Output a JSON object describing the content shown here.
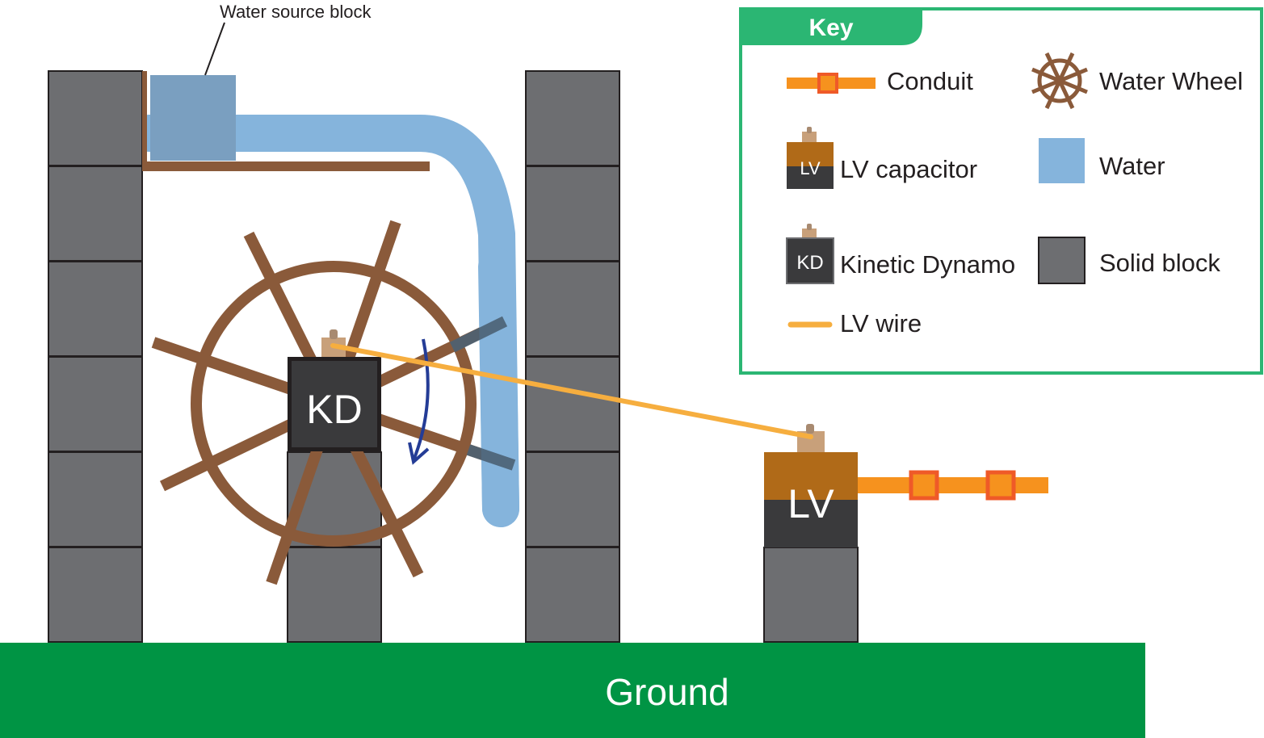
{
  "annotations": {
    "water_source_block": "Water source block"
  },
  "blocks": {
    "kinetic_dynamo": "KD",
    "lv_capacitor": "LV"
  },
  "ground": {
    "label": "Ground"
  },
  "key": {
    "title": "Key",
    "items": {
      "conduit": "Conduit",
      "water_wheel": "Water Wheel",
      "lv_capacitor": "LV capacitor",
      "lv_capacitor_icon": "LV",
      "water": "Water",
      "kinetic_dynamo": "Kinetic Dynamo",
      "kinetic_dynamo_icon": "KD",
      "solid_block": "Solid block",
      "lv_wire": "LV wire"
    }
  },
  "colors": {
    "solid_block": "#6d6e71",
    "block_outline": "#231f20",
    "dark_block": "#3a3a3c",
    "wood": "#8a5a3a",
    "water": "#85b4dc",
    "water_source": "#7a9fc0",
    "lv_top": "#b06a18",
    "terminal": "#c8a07a",
    "lv_wire": "#f6ae3f",
    "conduit": "#f6921e",
    "conduit_joint": "#ef5a28",
    "ground": "#009444",
    "key_green": "#2bb673",
    "rotation_arrow": "#243c96",
    "white": "#ffffff"
  },
  "icons": [
    "water-wheel-icon",
    "rotation-arrow-icon",
    "terminal-icon"
  ]
}
